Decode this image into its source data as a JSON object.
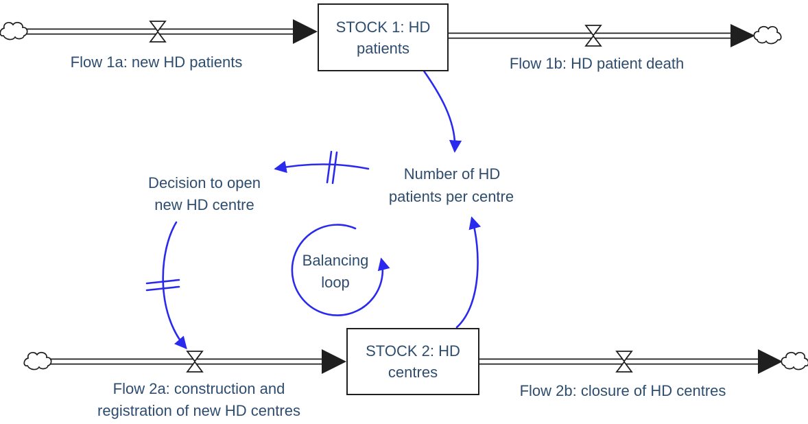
{
  "colors": {
    "arrow": "#2a2aee",
    "ink": "#1f1f1f",
    "text": "#2e4d6e",
    "background": "#ffffff"
  },
  "stocks": {
    "stock1": {
      "line1": "STOCK 1: HD",
      "line2": "patients"
    },
    "stock2": {
      "line1": "STOCK 2: HD",
      "line2": "centres"
    }
  },
  "flows": {
    "flow1a": {
      "label": "Flow 1a: new HD patients"
    },
    "flow1b": {
      "label": "Flow 1b: HD patient death"
    },
    "flow2a": {
      "line1": "Flow 2a: construction and",
      "line2": "registration of new HD centres"
    },
    "flow2b": {
      "label": "Flow 2b: closure of HD centres"
    }
  },
  "variables": {
    "patients_per_centre": {
      "line1": "Number of HD",
      "line2": "patients per centre"
    },
    "decision": {
      "line1": "Decision to open",
      "line2": "new HD centre"
    }
  },
  "loop": {
    "line1": "Balancing",
    "line2": "loop"
  }
}
